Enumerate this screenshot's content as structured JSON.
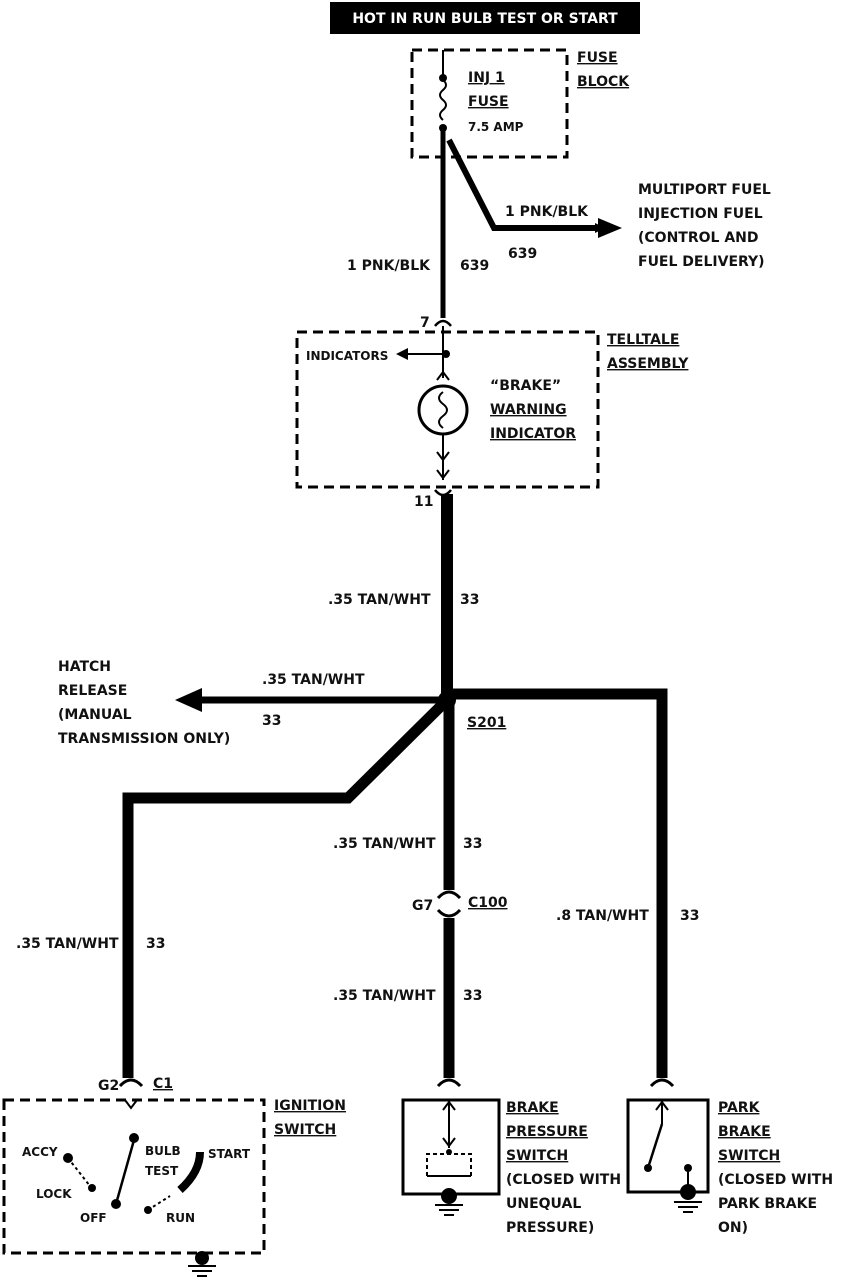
{
  "header": {
    "power_label": "HOT IN RUN  BULB TEST OR START"
  },
  "fuse_block": {
    "title_line1": "FUSE",
    "title_line2": "BLOCK",
    "fuse_line1": "INJ 1",
    "fuse_line2": "FUSE",
    "rating": "7.5 AMP"
  },
  "wires": {
    "pnk_blk_branch": "1 PNK/BLK",
    "pnk_blk_branch_circuit": "639",
    "pnk_blk_main": "1 PNK/BLK",
    "pnk_blk_main_circuit": "639",
    "tan_main": ".35 TAN/WHT",
    "tan_main_circuit": "33",
    "tan_hatch": ".35 TAN/WHT",
    "tan_hatch_circuit": "33",
    "tan_c100_upper": ".35 TAN/WHT",
    "tan_c100_upper_circuit": "33",
    "tan_c100_lower": ".35 TAN/WHT",
    "tan_c100_lower_circuit": "33",
    "tan_ignition": ".35 TAN/WHT",
    "tan_ignition_circuit": "33",
    "tan_park": ".8 TAN/WHT",
    "tan_park_circuit": "33"
  },
  "mfi": {
    "line1": "MULTIPORT FUEL",
    "line2": "INJECTION FUEL",
    "line3": "(CONTROL AND",
    "line4": "FUEL DELIVERY)"
  },
  "telltale": {
    "pin_top": "7",
    "pin_bottom": "11",
    "title_line1": "TELLTALE",
    "title_line2": "ASSEMBLY",
    "indicators": "INDICATORS",
    "brake_line1": "“BRAKE”",
    "brake_line2": "WARNING",
    "brake_line3": "INDICATOR"
  },
  "hatch": {
    "line1": "HATCH",
    "line2": "RELEASE",
    "line3": "(MANUAL",
    "line4": "TRANSMISSION ONLY)"
  },
  "splice": {
    "label": "S201"
  },
  "connector_c100": {
    "pin": "G7",
    "name": "C100"
  },
  "connector_c1": {
    "pin": "G2",
    "name": "C1"
  },
  "ignition": {
    "title_line1": "IGNITION",
    "title_line2": "SWITCH",
    "accy": "ACCY",
    "lock": "LOCK",
    "off": "OFF",
    "bulb_line1": "BULB",
    "bulb_line2": "TEST",
    "start": "START",
    "run": "RUN"
  },
  "brake_pressure": {
    "line1": "BRAKE",
    "line2": "PRESSURE",
    "line3": "SWITCH",
    "line4": "(CLOSED WITH",
    "line5": "UNEQUAL",
    "line6": "PRESSURE)"
  },
  "park_brake": {
    "line1": "PARK",
    "line2": "BRAKE",
    "line3": "SWITCH",
    "line4": "(CLOSED WITH",
    "line5": "PARK BRAKE",
    "line6": "ON)"
  }
}
